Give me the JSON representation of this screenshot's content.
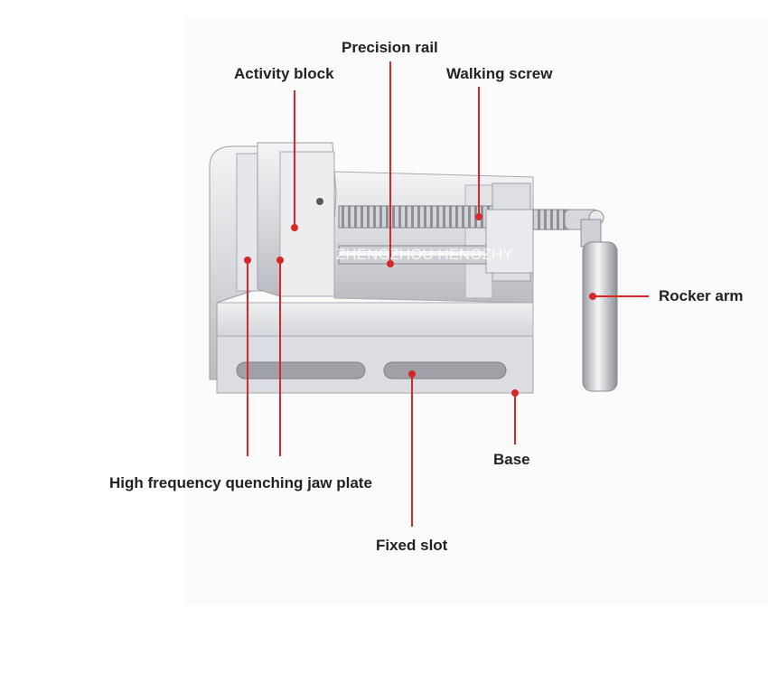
{
  "labels": {
    "precision_rail": "Precision rail",
    "activity_block": "Activity block",
    "walking_screw": "Walking screw",
    "rocker_arm": "Rocker arm",
    "base": "Base",
    "jaw_plate": "High frequency quenching jaw plate",
    "fixed_slot": "Fixed slot"
  },
  "watermark": "ZHENGZHOU HENGZHY",
  "colors": {
    "leader": "#d62828",
    "label": "#222222",
    "metal_light": "#e8e8ec",
    "metal_mid": "#c4c6cc",
    "metal_dark": "#8e9096"
  }
}
